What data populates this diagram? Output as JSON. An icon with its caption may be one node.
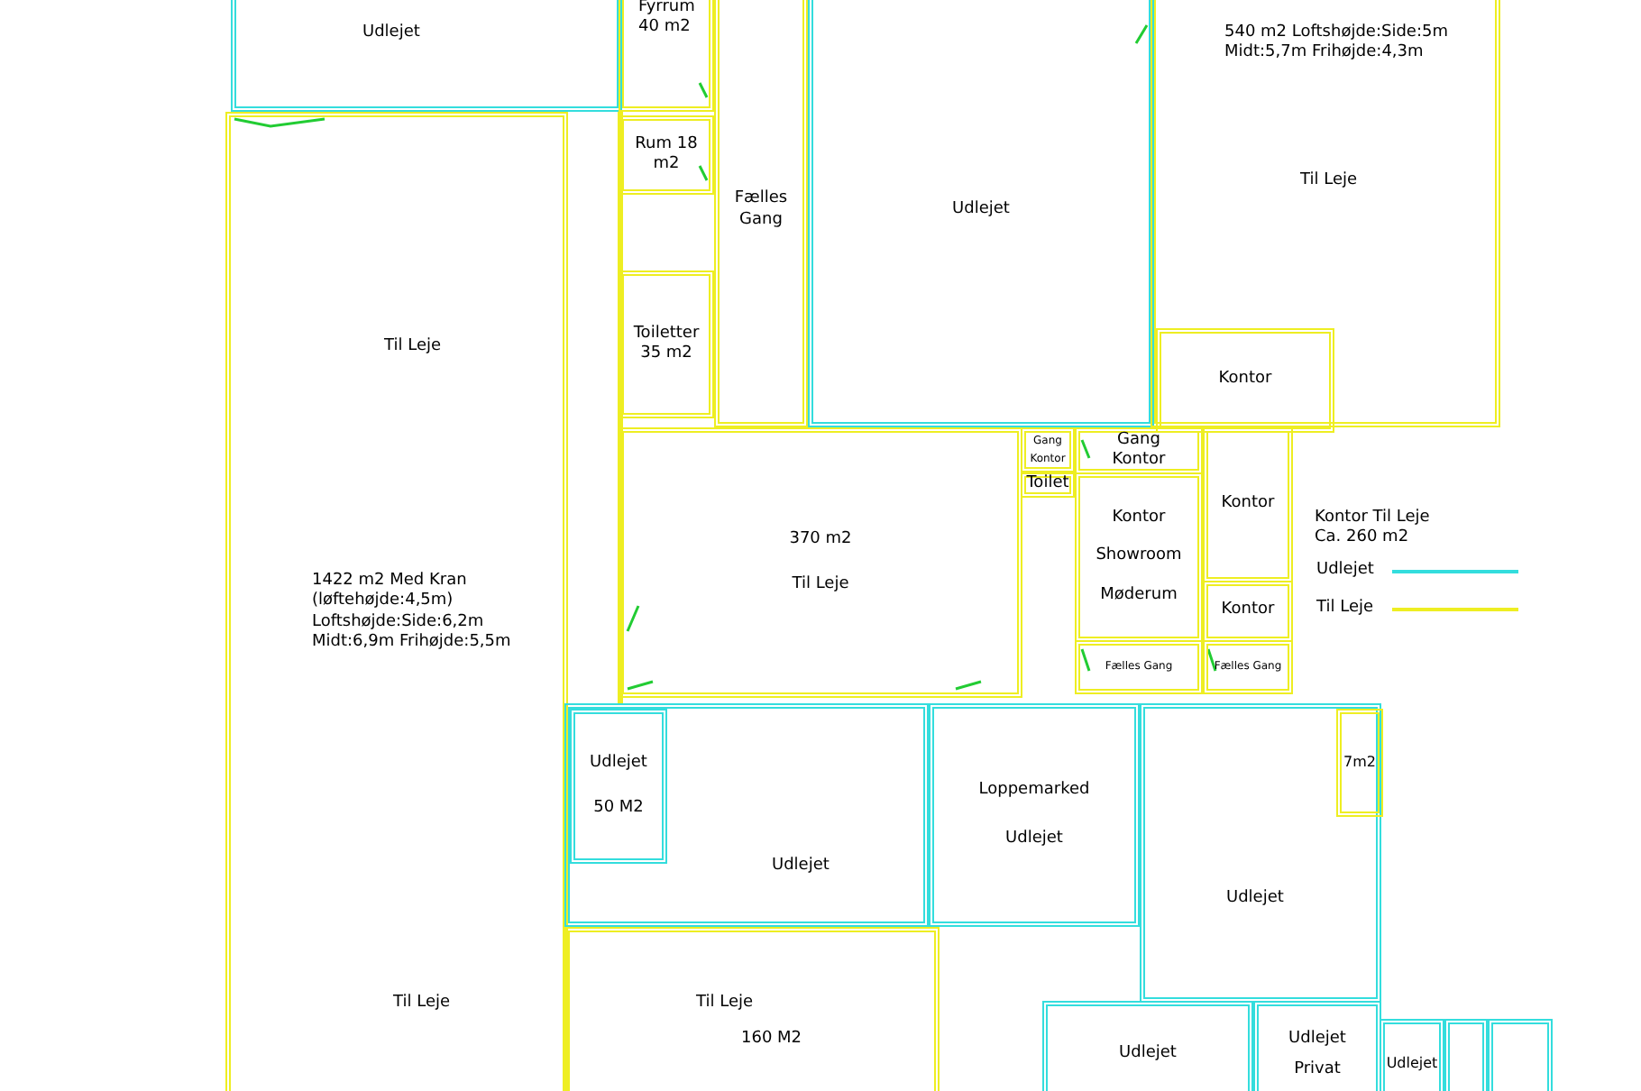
{
  "diagram": {
    "nodes": [
      {
        "text": [
          "Udlejet"
        ]
      },
      {
        "text": [
          "Fyrrum 40 m2"
        ]
      },
      {
        "text": [
          "Fælles Gang"
        ]
      },
      {
        "text": [
          "Rum 18 m2"
        ]
      },
      {
        "text": [
          "Udlejet"
        ]
      },
      {
        "text": [
          "540 m2 Loftshøjde:Side:5m Midt:5,7m Frihøjde:4,3m",
          "Til Leje"
        ]
      },
      {
        "text": [
          "Kontor"
        ],
        "in": 5
      },
      {
        "text": [
          "Toiletter 35 m2"
        ]
      },
      {
        "text": [
          "Til Leje",
          "1422 m2 Med Kran (løftehøjde:4,5m) Loftshøjde:Side:6,2m Midt:6,9m Frihøjde:5,5m",
          "Til Leje"
        ]
      },
      {
        "text": [
          "370 m2",
          "Til Leje"
        ]
      },
      {
        "text": [
          "Gang",
          "Kontor"
        ]
      },
      {
        "text": [
          "Toilet"
        ]
      },
      {
        "text": [
          "Gang",
          "Kontor"
        ]
      },
      {
        "text": [
          "Kontor",
          "Showroom",
          "Møderum"
        ]
      },
      {
        "text": [
          "Kontor"
        ]
      },
      {
        "text": [
          "Kontor"
        ]
      },
      {
        "text": [
          "Fælles Gang"
        ]
      },
      {
        "text": [
          "Fælles Gang"
        ]
      },
      {
        "text": [
          "Udlejet"
        ]
      },
      {
        "text": [
          "Udlejet",
          "50 M2"
        ],
        "in": 18
      },
      {
        "text": [
          "Loppemarked",
          "Udlejet"
        ]
      },
      {
        "text": [
          "Udlejet"
        ]
      },
      {
        "text": [
          "7m2"
        ],
        "in": 21
      },
      {
        "text": [
          "Til Leje",
          "160 M2"
        ]
      },
      {
        "text": [
          "Udlejet"
        ]
      },
      {
        "text": [
          "Udlejet",
          "Privat"
        ]
      },
      {
        "text": [
          "Udlejet"
        ]
      },
      {
        "text": [],
        "shape": "box"
      },
      {
        "text": [],
        "shape": "box"
      }
    ],
    "labels": [
      "Kontor Til Leje Ca. 260 m2"
    ],
    "legend": [
      {
        "text": "Udlejet"
      },
      {
        "text": "Til Leje"
      }
    ]
  }
}
